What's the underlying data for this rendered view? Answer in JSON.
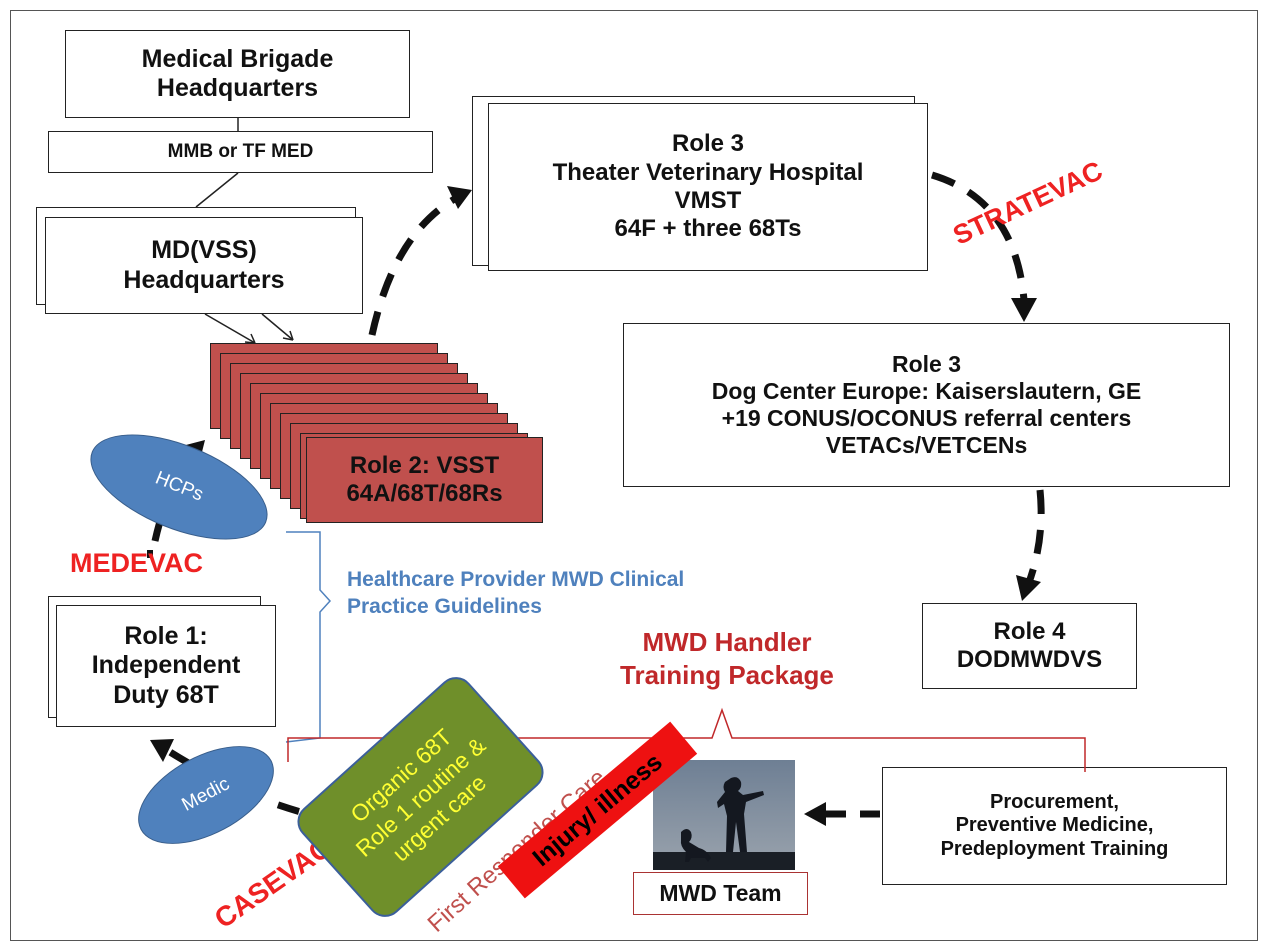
{
  "boxes": {
    "brigade": [
      "Medical Brigade",
      "Headquarters"
    ],
    "mmb": "MMB or TF MED",
    "mdvss": [
      "MD(VSS)",
      "Headquarters"
    ],
    "theater": [
      "Role 3",
      "Theater Veterinary Hospital",
      "VMST",
      "64F + three 68Ts"
    ],
    "dogcenter": [
      "Role 3",
      "Dog Center Europe: Kaiserslautern, GE",
      "+19 CONUS/OCONUS referral centers",
      "VETACs/VETCENs"
    ],
    "role4": [
      "Role 4",
      "DODMWDVS"
    ],
    "role2": [
      "Role 2: VSST",
      "64A/68T/68Rs"
    ],
    "role1": [
      "Role 1:",
      "Independent",
      "Duty 68T"
    ],
    "procurement": [
      "Procurement,",
      "Preventive Medicine,",
      "Predeployment  Training"
    ],
    "mwdteam": "MWD Team"
  },
  "labels": {
    "stratevac": "STRATEVAC",
    "medevac": "MEDEVAC",
    "casevac": "CASEVAC",
    "guidelines": [
      "Healthcare Provider MWD Clinical",
      "Practice Guidelines"
    ],
    "handler": [
      "MWD Handler",
      "Training Package"
    ],
    "first_responder": "First Responder Care",
    "injury": "Injury/ illness"
  },
  "ellipses": {
    "hcps": "HCPs",
    "medic": "Medic"
  },
  "organic": [
    "Organic 68T",
    "Role 1 routine &",
    "urgent care"
  ],
  "colors": {
    "red_label": "#ee2222",
    "dark_red": "#c0282a",
    "blue_text": "#4f81bd",
    "stack_red": "#c0504d",
    "green_box": "#6f8f2a",
    "yellow_text": "#ffff33"
  }
}
